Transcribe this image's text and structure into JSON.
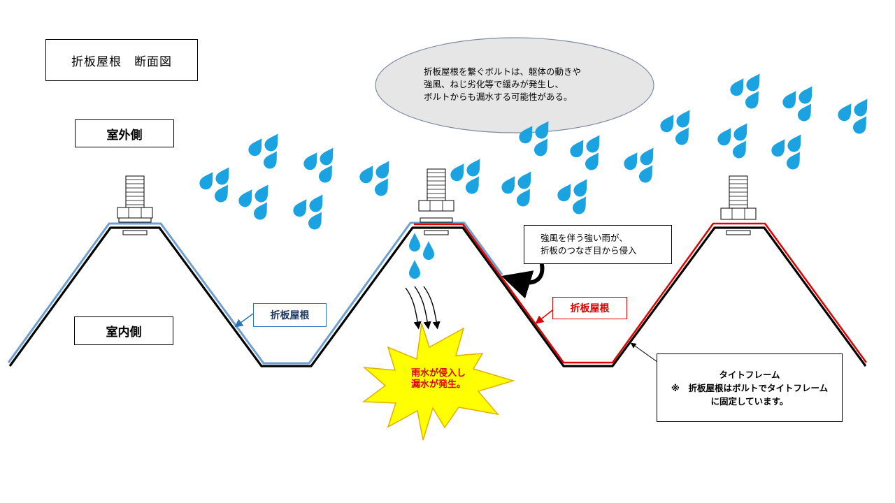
{
  "title": "折板屋根　断面図",
  "outside_label": "室外側",
  "inside_label": "室内側",
  "bubble": {
    "lines": [
      "折板屋根を繋ぐボルトは、躯体の動きや",
      "強風、ねじ劣化等で緩みが発生し、",
      "ボルトからも漏水する可能性がある。"
    ]
  },
  "wind_callout": {
    "lines": [
      "強風を伴う強い雨が、",
      "折板のつなぎ目から侵入"
    ]
  },
  "roof_label_blue": "折板屋根",
  "roof_label_red": "折板屋根",
  "burst": {
    "lines": [
      "雨水が侵入し",
      "漏水が発生。"
    ]
  },
  "frame_callout": {
    "lines": [
      "タイトフレーム",
      "※　折板屋根はボルトでタイトフレーム",
      "に固定しています。"
    ]
  },
  "icons": {
    "raindrop": "raindrop-icon",
    "bolt": "bolt-icon",
    "curved_arrow": "curved-arrow-icon",
    "burst": "explosion-burst-icon"
  },
  "colors": {
    "blue_roof": "#6f9fd0",
    "red_roof": "#e00000",
    "frame": "#000000",
    "raindrop": "#1aa3e0",
    "bubble_fill": "#e6e6e6",
    "burst_fill": "#ffff00"
  }
}
